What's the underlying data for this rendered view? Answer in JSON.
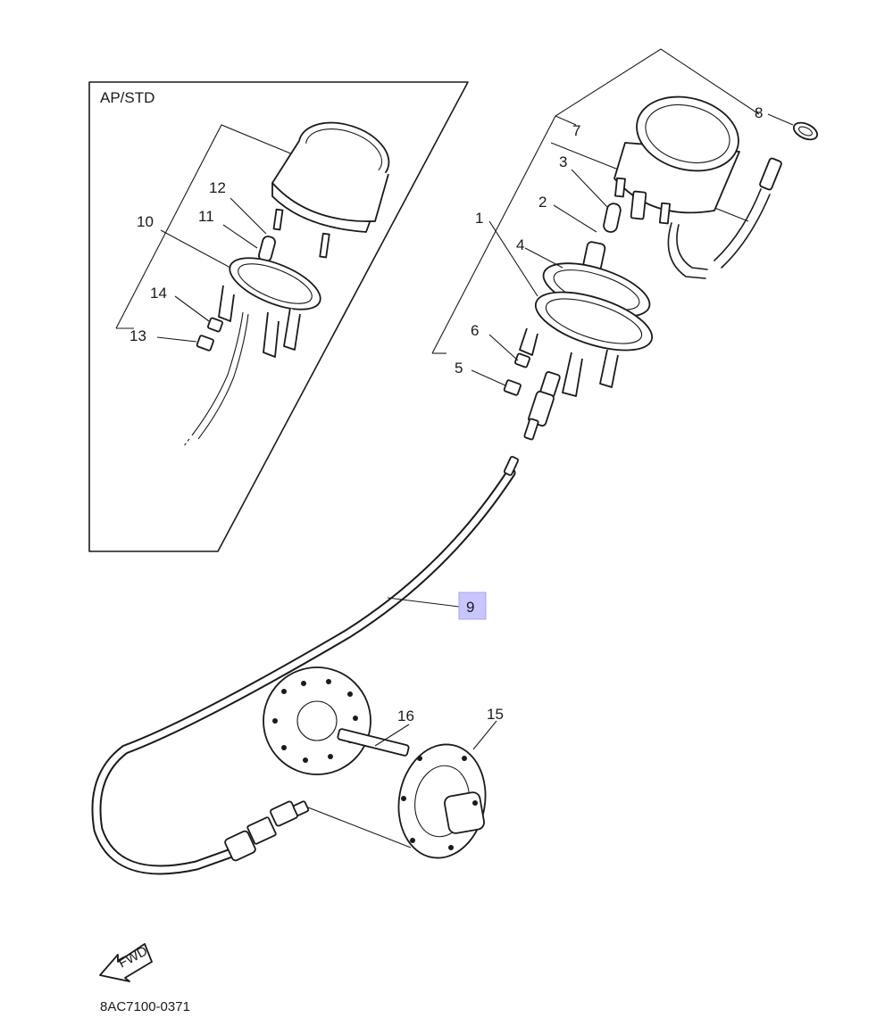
{
  "diagram": {
    "variant_box_label": "AP/STD",
    "drawing_code": "8AC7100-0371",
    "fwd_label": "FWD",
    "highlight_color": "#c9c5ff",
    "callouts": {
      "c1": "1",
      "c2": "2",
      "c3": "3",
      "c4": "4",
      "c5": "5",
      "c6": "6",
      "c7": "7",
      "c8": "8",
      "c9": "9",
      "c10": "10",
      "c11": "11",
      "c12": "12",
      "c13": "13",
      "c14": "14",
      "c15": "15",
      "c16": "16"
    },
    "highlighted_part": "9"
  }
}
